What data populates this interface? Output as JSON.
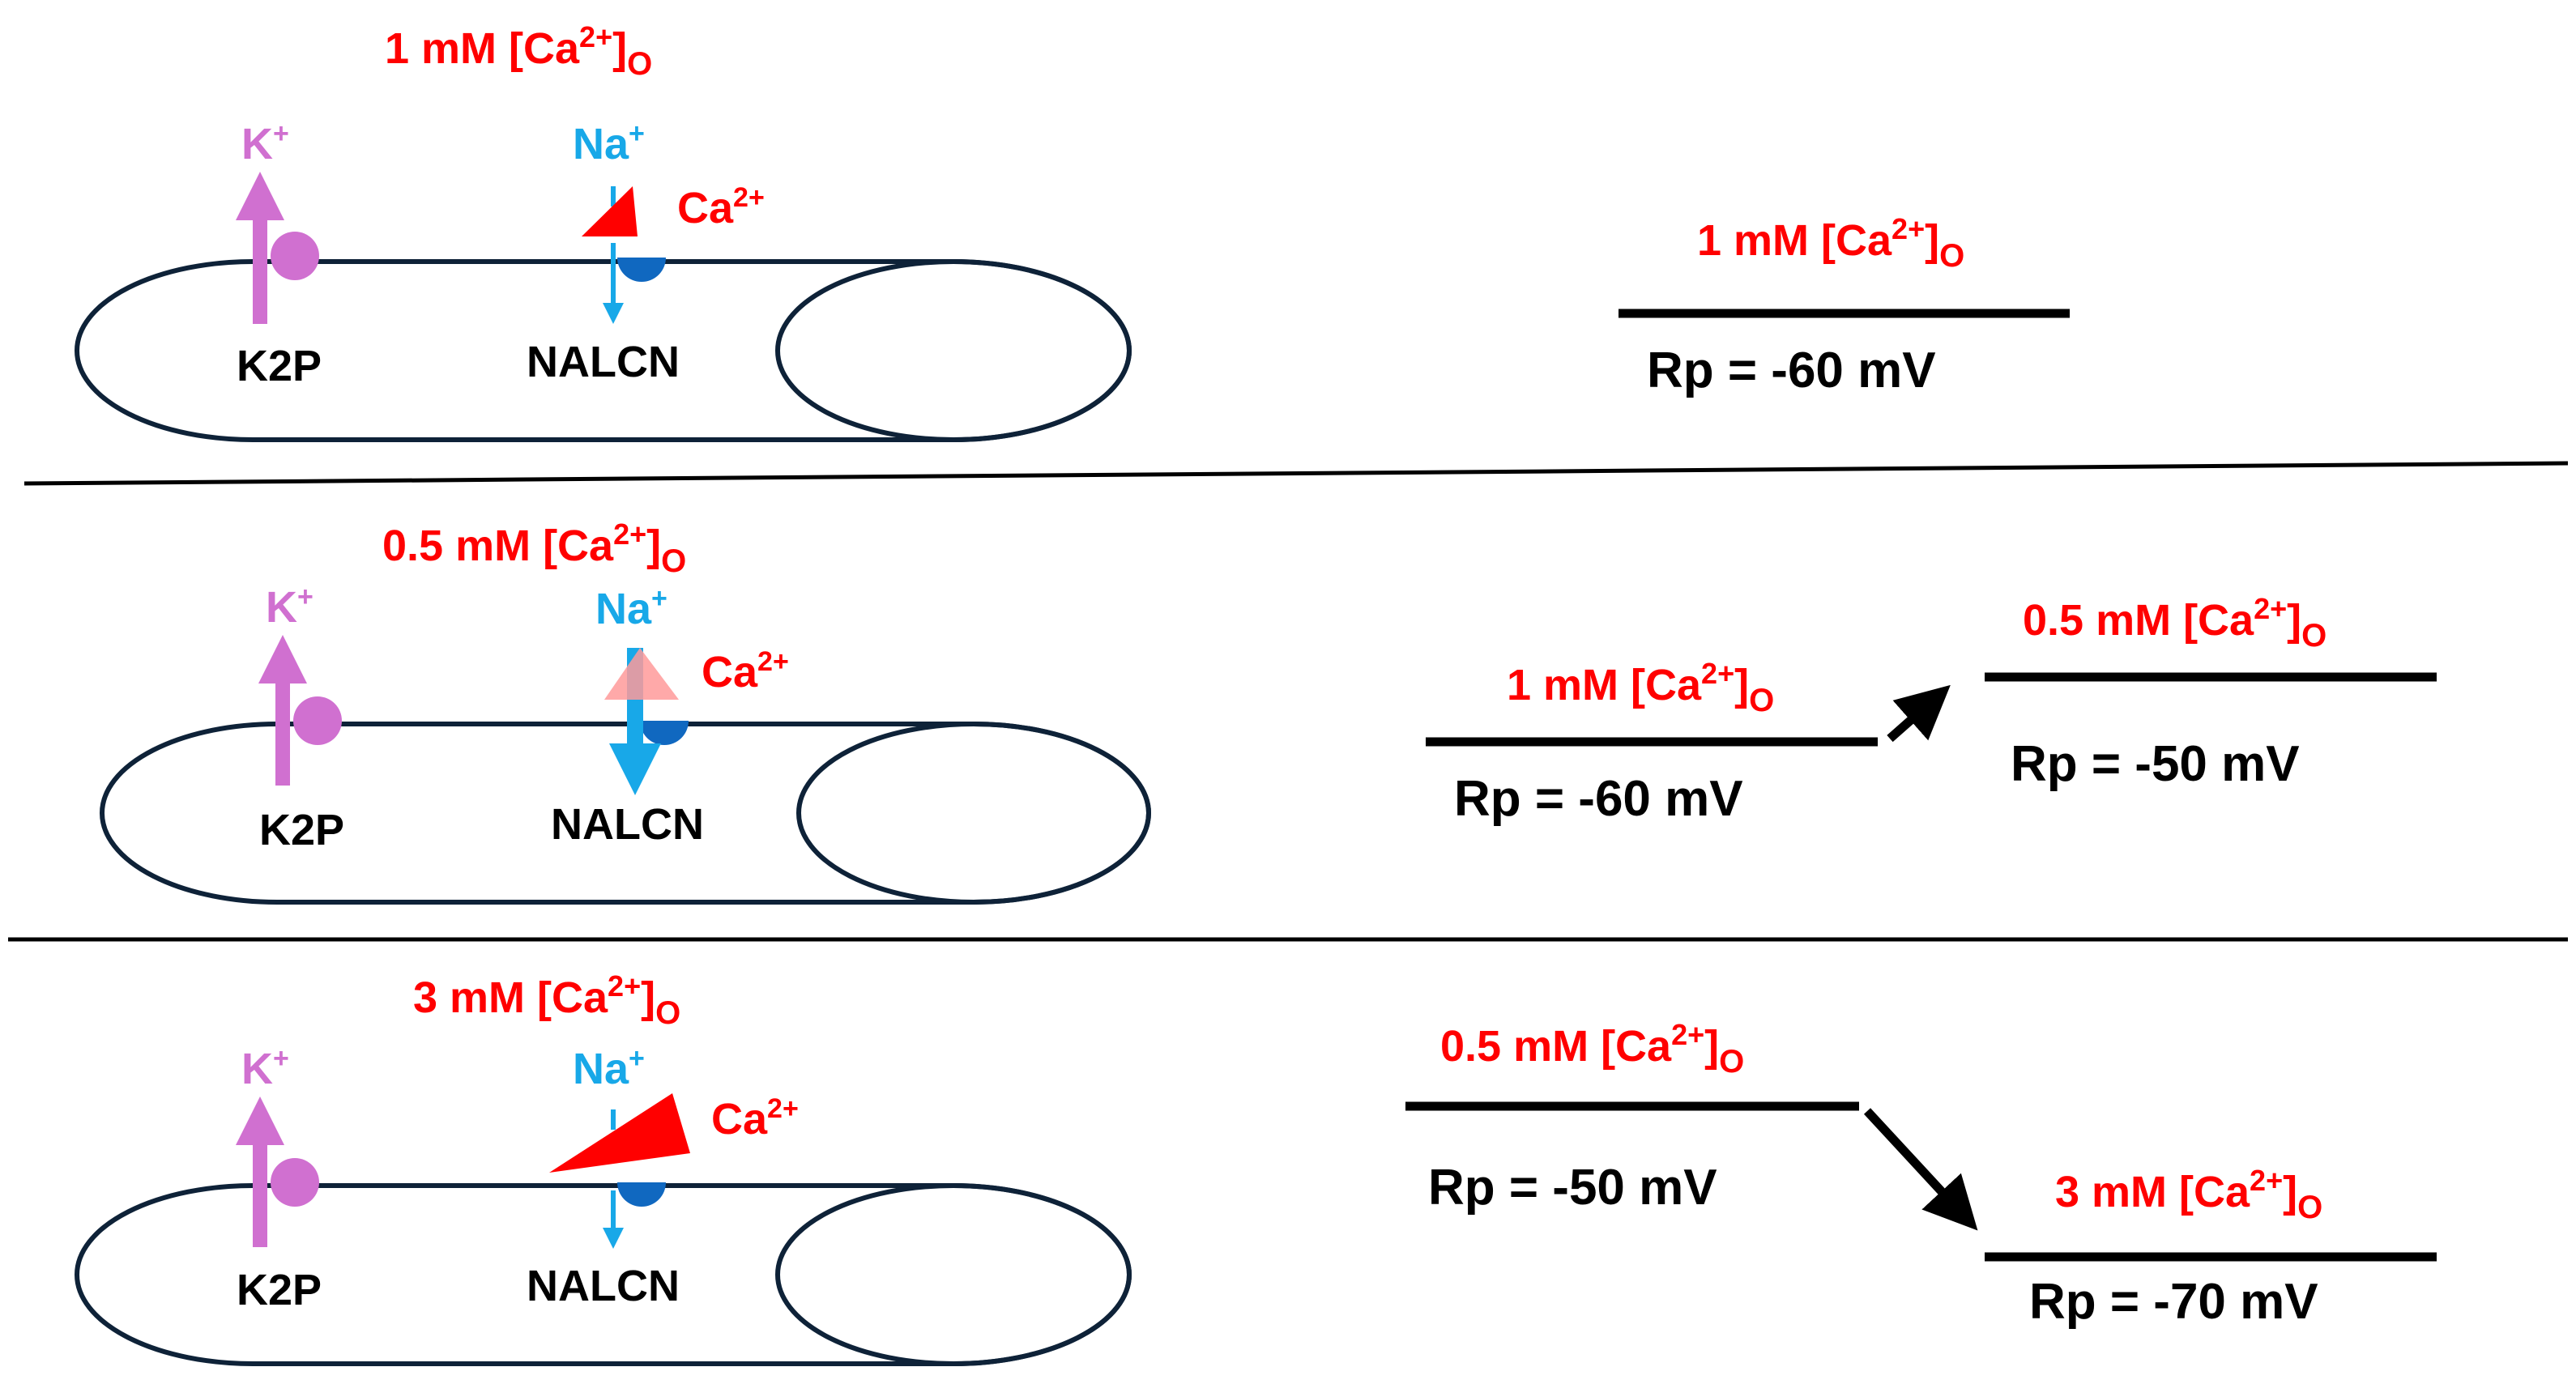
{
  "colors": {
    "calcium": "#ff0000",
    "calcium_faded": "#ff9a9a",
    "potassium": "#d070d0",
    "sodium": "#18a8e8",
    "channel_cap": "#1068c0",
    "membrane": "#0e2238",
    "text": "#000000",
    "line": "#000000"
  },
  "panels": [
    {
      "condition": {
        "prefix": "1 mM [Ca",
        "sup": "2+",
        "suffix": "]",
        "sub": "O"
      },
      "ions": {
        "k": "K",
        "k_sup": "+",
        "na": "Na",
        "na_sup": "+",
        "ca": "Ca",
        "ca_sup": "2+"
      },
      "channels": {
        "k2p": "K2P",
        "nalcn": "NALCN"
      },
      "na_flux": "small",
      "ca_block": "normal",
      "levels": [
        {
          "label": {
            "prefix": "1 mM [Ca",
            "sup": "2+",
            "suffix": "]",
            "sub": "O"
          },
          "rp": "Rp = -60 mV"
        }
      ]
    },
    {
      "condition": {
        "prefix": "0.5 mM [Ca",
        "sup": "2+",
        "suffix": "]",
        "sub": "O"
      },
      "ions": {
        "k": "K",
        "k_sup": "+",
        "na": "Na",
        "na_sup": "+",
        "ca": "Ca",
        "ca_sup": "2+"
      },
      "channels": {
        "k2p": "K2P",
        "nalcn": "NALCN"
      },
      "na_flux": "large",
      "ca_block": "reduced",
      "levels": [
        {
          "label": {
            "prefix": "1 mM [Ca",
            "sup": "2+",
            "suffix": "]",
            "sub": "O"
          },
          "rp": "Rp = -60 mV"
        },
        {
          "label": {
            "prefix": "0.5 mM [Ca",
            "sup": "2+",
            "suffix": "]",
            "sub": "O"
          },
          "rp": "Rp = -50 mV"
        }
      ],
      "transition": "depolarization"
    },
    {
      "condition": {
        "prefix": "3 mM [Ca",
        "sup": "2+",
        "suffix": "]",
        "sub": "O"
      },
      "ions": {
        "k": "K",
        "k_sup": "+",
        "na": "Na",
        "na_sup": "+",
        "ca": "Ca",
        "ca_sup": "2+"
      },
      "channels": {
        "k2p": "K2P",
        "nalcn": "NALCN"
      },
      "na_flux": "small",
      "ca_block": "increased",
      "levels": [
        {
          "label": {
            "prefix": "0.5 mM [Ca",
            "sup": "2+",
            "suffix": "]",
            "sub": "O"
          },
          "rp": "Rp = -50 mV"
        },
        {
          "label": {
            "prefix": "3 mM [Ca",
            "sup": "2+",
            "suffix": "]",
            "sub": "O"
          },
          "rp": "Rp = -70 mV"
        }
      ],
      "transition": "hyperpolarization"
    }
  ]
}
